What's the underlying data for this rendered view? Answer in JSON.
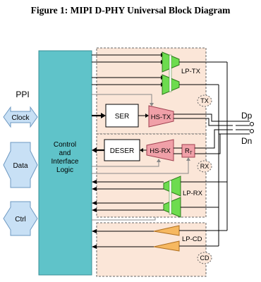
{
  "figure": {
    "title": "Figure 1: MIPI D-PHY Universal Block Diagram"
  },
  "ppi": {
    "label": "PPI",
    "clock": "Clock",
    "data": "Data",
    "ctrl": "Ctrl"
  },
  "control_logic": {
    "lines": [
      "Control",
      "and",
      "Interface",
      "Logic"
    ]
  },
  "blocks": {
    "lp_tx": "LP-TX",
    "tx": "TX",
    "ser": "SER",
    "hs_tx": "HS-TX",
    "deser": "DESER",
    "hs_rx": "HS-RX",
    "rt_main": "R",
    "rt_sub": "T",
    "rx": "RX",
    "lp_rx": "LP-RX",
    "lp_cd": "LP-CD",
    "cd": "CD"
  },
  "pins": {
    "dp": "Dp",
    "dn": "Dn"
  },
  "colors": {
    "control_fill": "#5fc3c9",
    "region_fill": "#fbe6d8",
    "lp_green": "#6ddc4f",
    "hs_pink": "#f0a0a8",
    "cd_orange": "#f6b860",
    "ppi_arrow": "#c8e0f5"
  }
}
